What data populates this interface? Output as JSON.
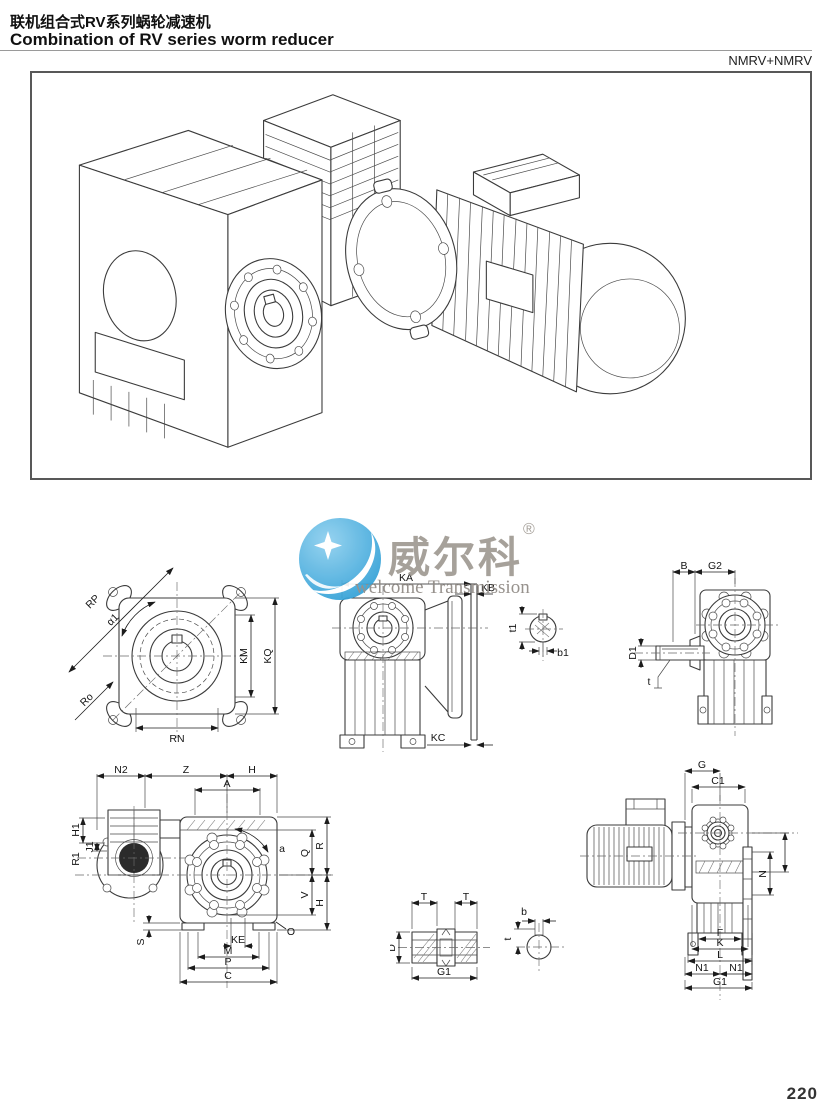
{
  "page": {
    "title_zh": "联机组合式RV系列蜗轮减速机",
    "title_en": "Combination of RV series worm reducer",
    "model_code": "NMRV+NMRV",
    "page_number": "220"
  },
  "watermark": {
    "brand": "威尔科",
    "registered": "®",
    "tagline": "welcome Transmission",
    "logo_blue_light": "#8fd0ef",
    "logo_blue": "#2f9fd6",
    "text_gray": "#a09a93",
    "tagline_gray": "#908a85"
  },
  "drawings": {
    "flange_view": {
      "rp": "RP",
      "alpha1": "α1",
      "ro": "Ro",
      "rn": "RN",
      "km": "KM",
      "kq": "KQ"
    },
    "side_view": {
      "ka": "KA",
      "kb": "KB",
      "kc": "KC"
    },
    "shaft_key_detail": {
      "t1": "t1",
      "b1": "b1"
    },
    "input_view": {
      "b": "B",
      "g2": "G2",
      "d1": "D1",
      "t": "t"
    },
    "front_view": {
      "n2": "N2",
      "z": "Z",
      "h_top": "H",
      "a_width": "A",
      "h1": "H1",
      "j1": "J1",
      "r1": "R1",
      "angle_a": "a",
      "q": "Q",
      "r": "R",
      "v": "V",
      "h_right": "H",
      "o": "O",
      "s": "S",
      "ke": "KE",
      "m": "M",
      "p": "P",
      "c": "C"
    },
    "output_shaft": {
      "t_left": "T",
      "t_right": "T",
      "d": "D",
      "g1": "G1"
    },
    "output_key_detail": {
      "b": "b",
      "t": "t"
    },
    "motor_side_view": {
      "g": "G",
      "c1": "C1",
      "n": "N",
      "f": "F",
      "k": "K",
      "l": "L",
      "n1_left": "N1",
      "n1_right": "N1",
      "g1": "G1"
    }
  }
}
